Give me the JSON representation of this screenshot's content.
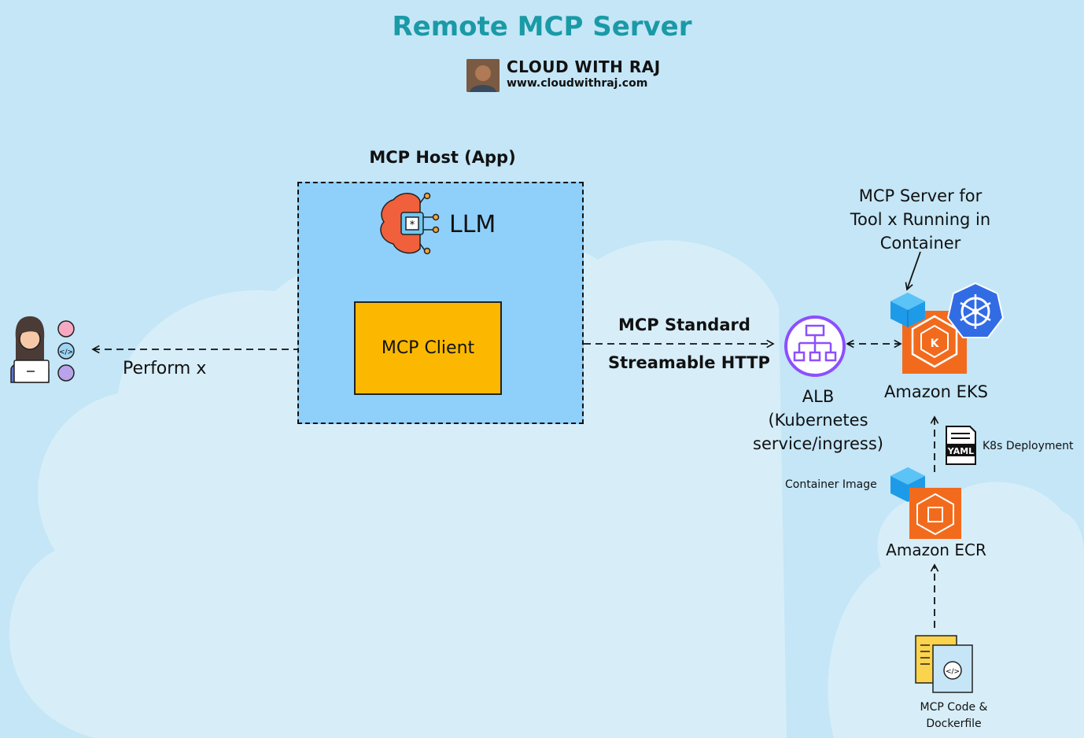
{
  "title": "Remote MCP Server",
  "brand": {
    "name": "CLOUD WITH RAJ",
    "url": "www.cloudwithraj.com"
  },
  "host": {
    "label": "MCP Host (App)",
    "llm": "LLM",
    "client": "MCP Client"
  },
  "user": {
    "action": "Perform x"
  },
  "protocol": {
    "line1": "MCP Standard",
    "line2": "Streamable HTTP"
  },
  "alb": {
    "lines": [
      "ALB",
      "(Kubernetes",
      "service/ingress)"
    ]
  },
  "server": {
    "lines": [
      "MCP Server for",
      "Tool x Running in",
      "Container"
    ]
  },
  "eks": {
    "label": "Amazon EKS"
  },
  "ecr": {
    "label": "Amazon ECR"
  },
  "deployment": {
    "label": "K8s Deployment",
    "badge": "YAML"
  },
  "container_image": {
    "label": "Container Image"
  },
  "code": {
    "lines": [
      "MCP Code &",
      "Dockerfile"
    ]
  },
  "colors": {
    "background": "#c4e6f7",
    "cloud": "#d7eef9",
    "title": "#1a9aa6",
    "host_fill": "#8fd0fb",
    "client_fill": "#fcb800",
    "aws_orange": "#f26b1d",
    "k8s_blue": "#326ce5",
    "alb_purple": "#8c4fff",
    "cube_blue": "#1e9be8",
    "brain_red": "#f0603c"
  },
  "icons": [
    "person-laptop-icon",
    "brain-chip-icon",
    "alb-network-icon",
    "eks-icon",
    "kubernetes-wheel-icon",
    "container-cube-icon",
    "ecr-icon",
    "yaml-file-icon",
    "code-files-icon"
  ]
}
